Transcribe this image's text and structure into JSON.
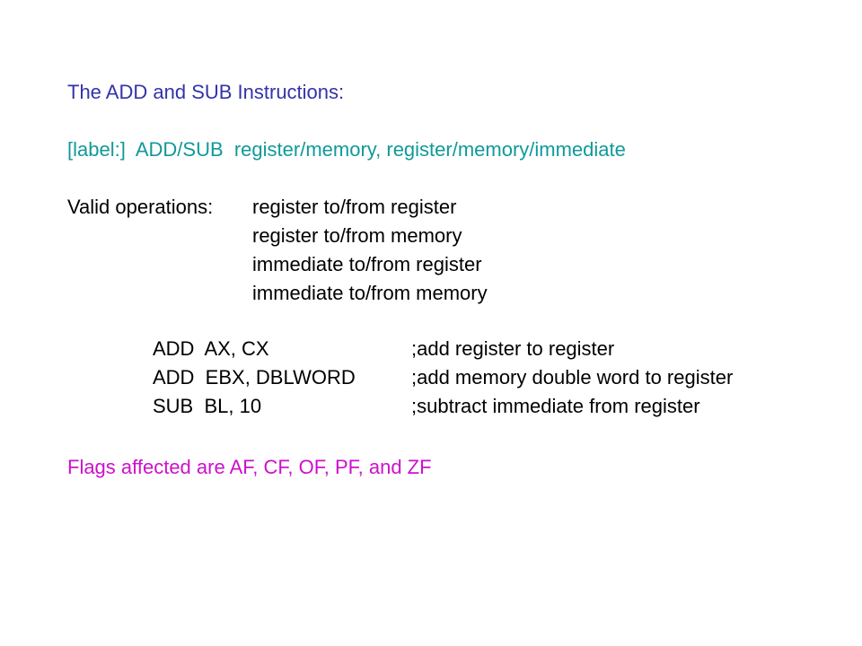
{
  "title": "The ADD and SUB Instructions:",
  "syntax": "[label:]  ADD/SUB  register/memory, register/memory/immediate",
  "valid_operations": {
    "label": "Valid operations: ",
    "items": [
      "register to/from register",
      "register to/from memory",
      "immediate to/from register",
      "immediate to/from memory"
    ]
  },
  "examples": [
    {
      "instruction": "ADD  AX, CX",
      "comment": ";add register to register"
    },
    {
      "instruction": "ADD  EBX, DBLWORD",
      "comment": ";add memory double word to register"
    },
    {
      "instruction": "SUB  BL, 10",
      "comment": ";subtract immediate from register"
    }
  ],
  "flags_note": "Flags affected are AF, CF, OF, PF, and ZF",
  "colors": {
    "title": "#3333aa",
    "syntax": "#119999",
    "body": "#000000",
    "flags": "#cc11cc"
  }
}
